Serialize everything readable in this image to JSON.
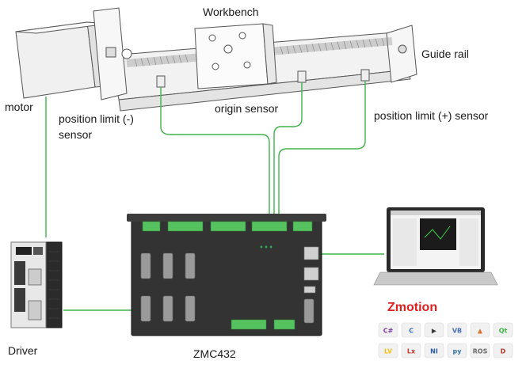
{
  "labels": {
    "workbench": "Workbench",
    "guide_rail": "Guide rail",
    "motor": "motor",
    "pos_limit_neg_line1": "position limit (-)",
    "pos_limit_neg_line2": "sensor",
    "origin_sensor": "origin sensor",
    "pos_limit_pos": "position limit (+) sensor",
    "driver": "Driver",
    "controller": "ZMC432",
    "brand": "Zmotion"
  },
  "software_logos": [
    {
      "id": "csharp",
      "glyph": "C#",
      "color": "#7b3fa0"
    },
    {
      "id": "c",
      "glyph": "C",
      "color": "#2f6db5"
    },
    {
      "id": "vs",
      "glyph": "▶",
      "color": "#3a3a3a"
    },
    {
      "id": "vb",
      "glyph": "VB",
      "color": "#4b6fb5"
    },
    {
      "id": "matlab",
      "glyph": "▲",
      "color": "#e0712c"
    },
    {
      "id": "qt",
      "glyph": "Qt",
      "color": "#41b649"
    },
    {
      "id": "labview",
      "glyph": "LV",
      "color": "#f1c21b"
    },
    {
      "id": "linux",
      "glyph": "Lx",
      "color": "#c43a2a"
    },
    {
      "id": "ni",
      "glyph": "NI",
      "color": "#2d5aa0"
    },
    {
      "id": "python",
      "glyph": "py",
      "color": "#3771a6"
    },
    {
      "id": "ros",
      "glyph": "ROS",
      "color": "#6b6b6b"
    },
    {
      "id": "delphi",
      "glyph": "D",
      "color": "#b0392e"
    }
  ]
}
